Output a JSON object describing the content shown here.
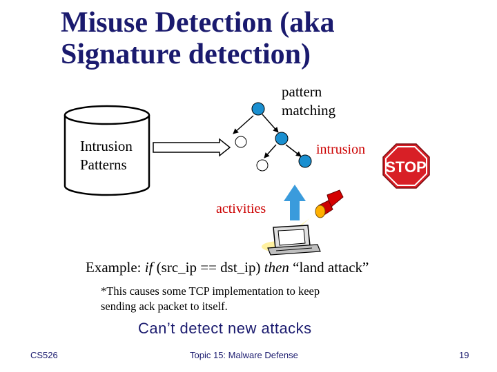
{
  "title": {
    "line1": "Misuse Detection (aka",
    "line2": "Signature detection)"
  },
  "diagram": {
    "database_label_line1": "Intrusion",
    "database_label_line2": "Patterns",
    "pattern_label_line1": "pattern",
    "pattern_label_line2": "matching",
    "intrusion_label": "intrusion",
    "activities_label": "activities",
    "stop_sign_text": "STOP"
  },
  "example": {
    "prefix": "Example: ",
    "if_kw": "if",
    "condition": " (src_ip == dst_ip) ",
    "then_kw": "then",
    "result": " “land attack”"
  },
  "note": {
    "line1": "*This causes some TCP implementation to keep",
    "line2": "sending ack packet to itself."
  },
  "cant_detect": "Can’t detect new attacks",
  "footer": {
    "left": "CS526",
    "center": "Topic 15: Malware Defense",
    "right": "19"
  },
  "colors": {
    "title": "#1a1a6e",
    "node_fill": "#1a8fd0",
    "highlight": "#cc0000",
    "arrow_fill": "#3a9bdc"
  }
}
